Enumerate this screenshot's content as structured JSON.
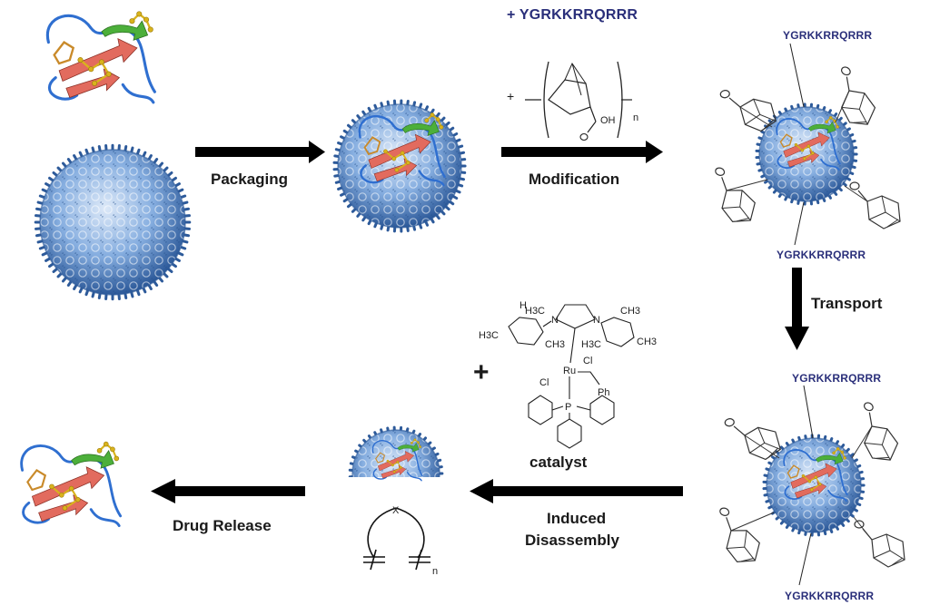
{
  "steps": {
    "packaging": "Packaging",
    "modification": "Modification",
    "transport": "Transport",
    "induced": "Induced",
    "disassembly": "Disassembly",
    "drug_release": "Drug Release"
  },
  "reagents": {
    "peptide_plus": "+ YGRKKRRQRRR",
    "plus": "+",
    "catalyst_label": "catalyst",
    "oh_label": "OH",
    "n_label": "n",
    "ligand_labels": {
      "h3c": "H3C",
      "ch3": "CH3",
      "n": "N",
      "ru": "Ru",
      "cl": "Cl",
      "p": "P",
      "ph": "Ph",
      "o": "O",
      "x": "X"
    }
  },
  "peptide": "YGRKKRRQRRR",
  "colors": {
    "capsid": "#6f9bd6",
    "capsid_dark": "#2d5a9a",
    "capsid_light": "#cfe0f5",
    "strand": "#e26b5e",
    "helix": "#4caf3a",
    "loop": "#2f6fd0",
    "ligand": "#d9b31c",
    "side": "#c98a2a",
    "peptide_text": "#2a2f7a"
  }
}
